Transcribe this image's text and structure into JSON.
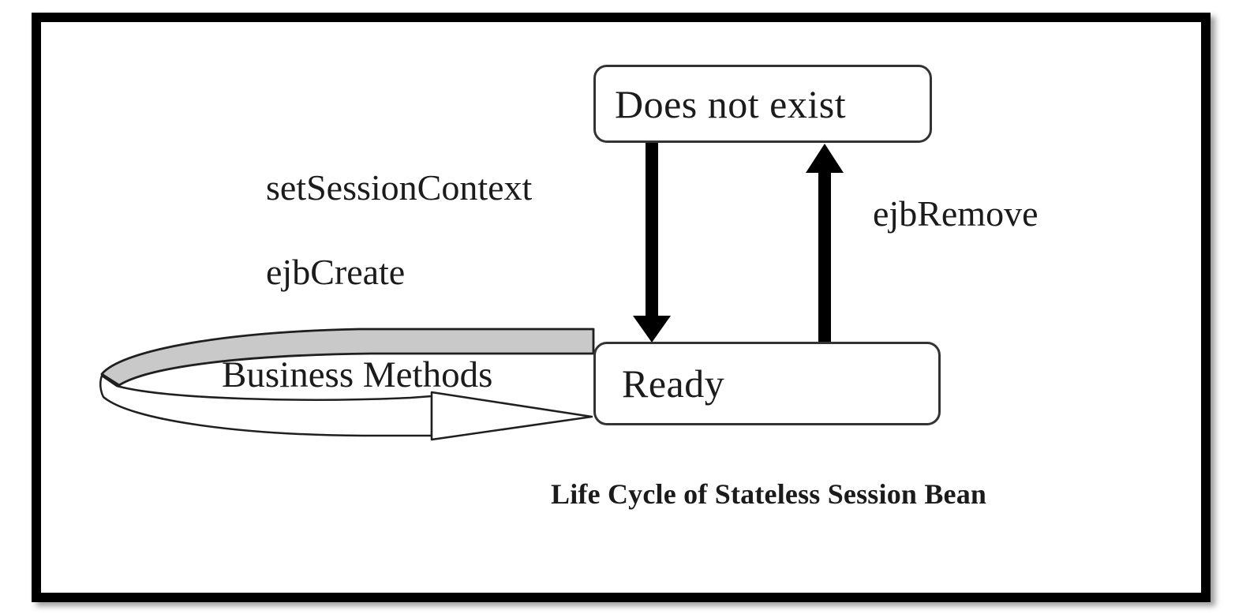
{
  "diagram": {
    "caption": "Life Cycle of Stateless Session Bean",
    "states": [
      {
        "id": "does-not-exist",
        "label": "Does not exist"
      },
      {
        "id": "ready",
        "label": "Ready"
      }
    ],
    "transitions": [
      {
        "label": "setSessionContext",
        "from": "Does not exist",
        "to": "Ready",
        "arrow": "down-arrow"
      },
      {
        "label": "ejbCreate",
        "from": "Does not exist",
        "to": "Ready",
        "arrow": "down-arrow"
      },
      {
        "label": "ejbRemove",
        "from": "Ready",
        "to": "Does not exist",
        "arrow": "up-arrow"
      },
      {
        "label": "Business Methods",
        "from": "Ready",
        "to": "Ready",
        "arrow": "self-loop-arrow"
      }
    ],
    "colors": {
      "background": "#ffffff",
      "frame": "#000000",
      "box_border": "#333333",
      "arrow": "#000000",
      "loop_far_band_fill": "#c9c9c9",
      "loop_near_band_fill": "#ffffff",
      "text": "#1b1b1b"
    }
  }
}
